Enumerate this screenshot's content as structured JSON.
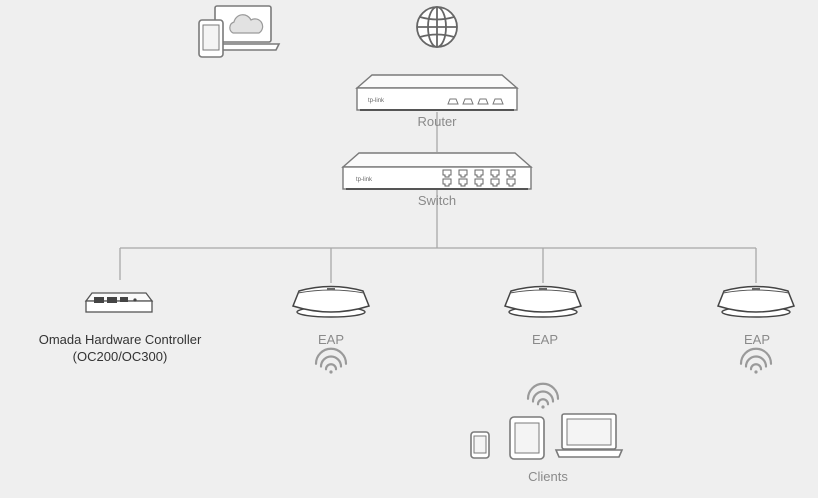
{
  "colors": {
    "background": "#efefef",
    "line": "#a8a8a8",
    "device_fill": "#ffffff",
    "device_stroke": "#7a7a7a",
    "device_dark": "#555555",
    "label_light": "#8a8a8a",
    "label_dark": "#333333"
  },
  "icons": {
    "laptop": "laptop-cloud-icon",
    "internet": "globe-icon",
    "router": "router-icon",
    "switch": "switch-icon",
    "controller": "hardware-controller-icon",
    "eap": "ceiling-access-point-icon",
    "wifi": "wifi-signal-icon",
    "clients": "client-devices-icon"
  },
  "brand": {
    "router_logo": "tp-link",
    "switch_logo": "tp-link"
  },
  "labels": {
    "router": "Router",
    "switch": "Switch",
    "controller_line1": "Omada Hardware Controller",
    "controller_line2": "(OC200/OC300)",
    "eap1": "EAP",
    "eap2": "EAP",
    "eap3": "EAP",
    "clients": "Clients"
  }
}
